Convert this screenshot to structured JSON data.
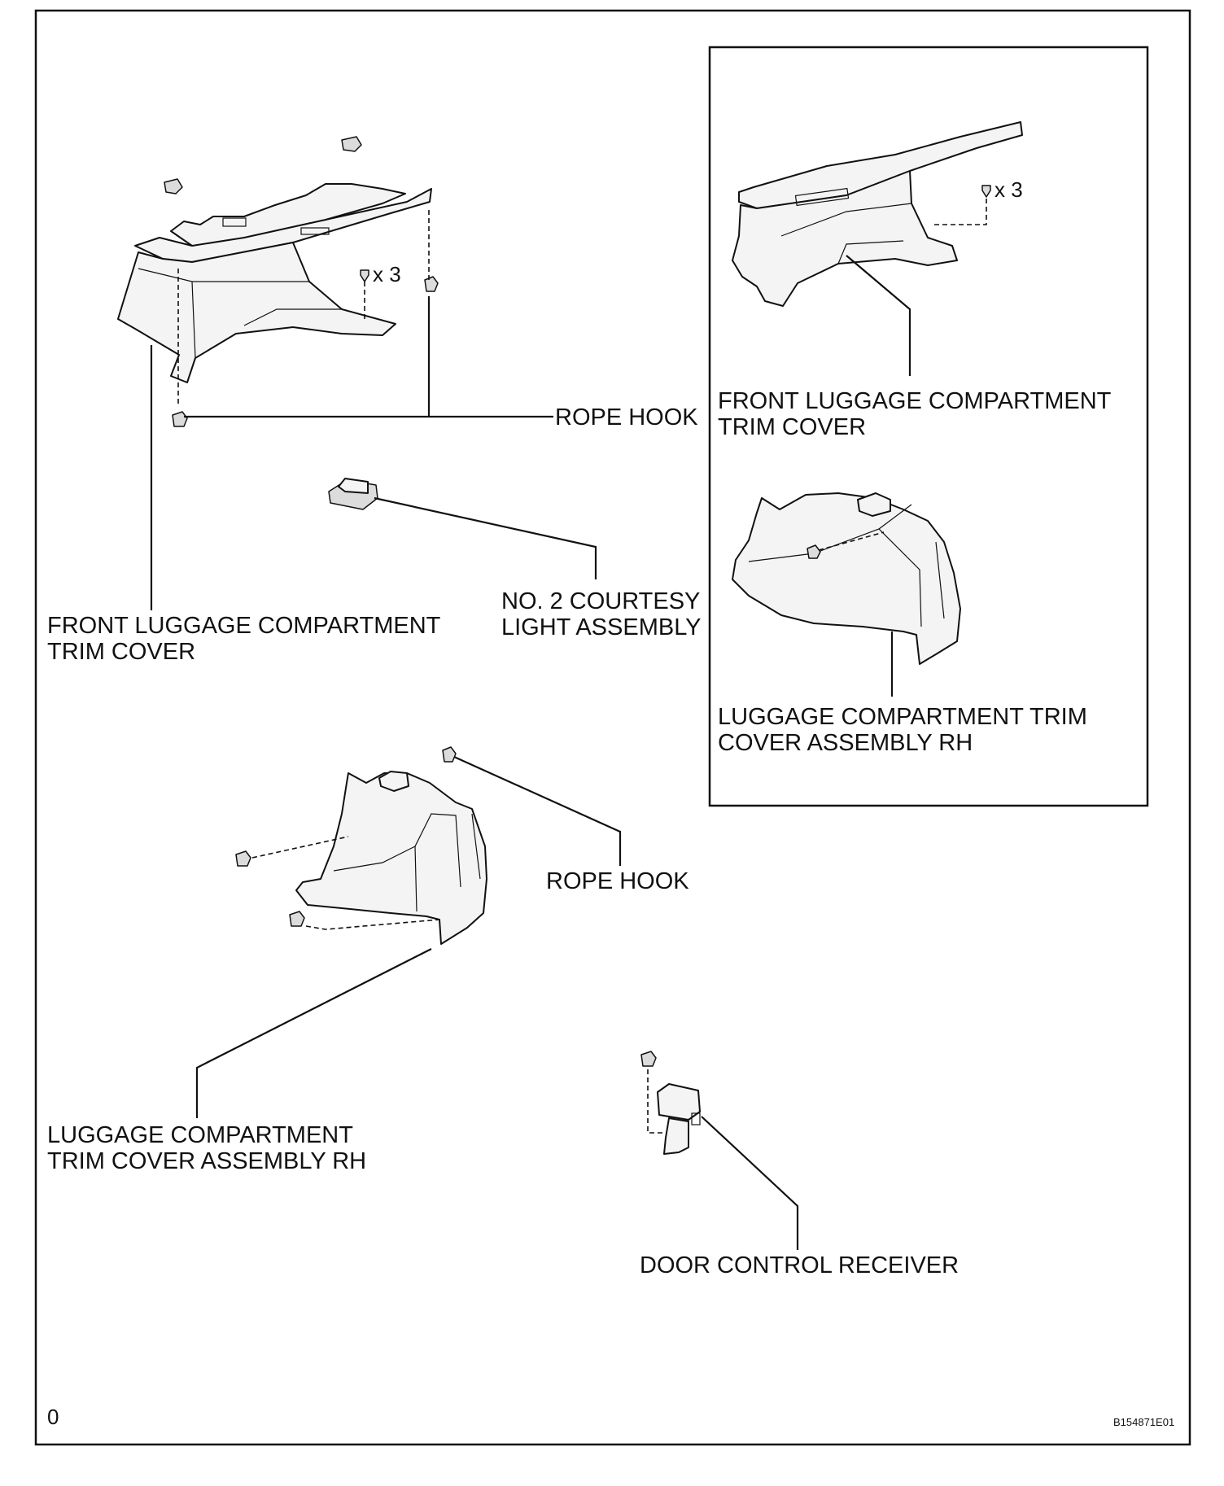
{
  "labels": {
    "front_trim_left": [
      "FRONT LUGGAGE COMPARTMENT",
      "TRIM COVER"
    ],
    "rope_hook_top": "ROPE HOOK",
    "courtesy_light": [
      "NO. 2 COURTESY",
      "LIGHT ASSEMBLY"
    ],
    "front_trim_right": [
      "FRONT LUGGAGE COMPARTMENT",
      "TRIM COVER"
    ],
    "trim_rh_right": [
      "LUGGAGE COMPARTMENT TRIM",
      "COVER ASSEMBLY RH"
    ],
    "rope_hook_lower": "ROPE HOOK",
    "trim_rh_left": [
      "LUGGAGE COMPARTMENT",
      "TRIM COVER ASSEMBLY RH"
    ],
    "door_receiver": "DOOR CONTROL RECEIVER"
  },
  "quantity_marks": {
    "left_clips": "x 3",
    "right_clips": "x 3"
  },
  "corner_mark": "0",
  "figure_code": "B154871E01"
}
